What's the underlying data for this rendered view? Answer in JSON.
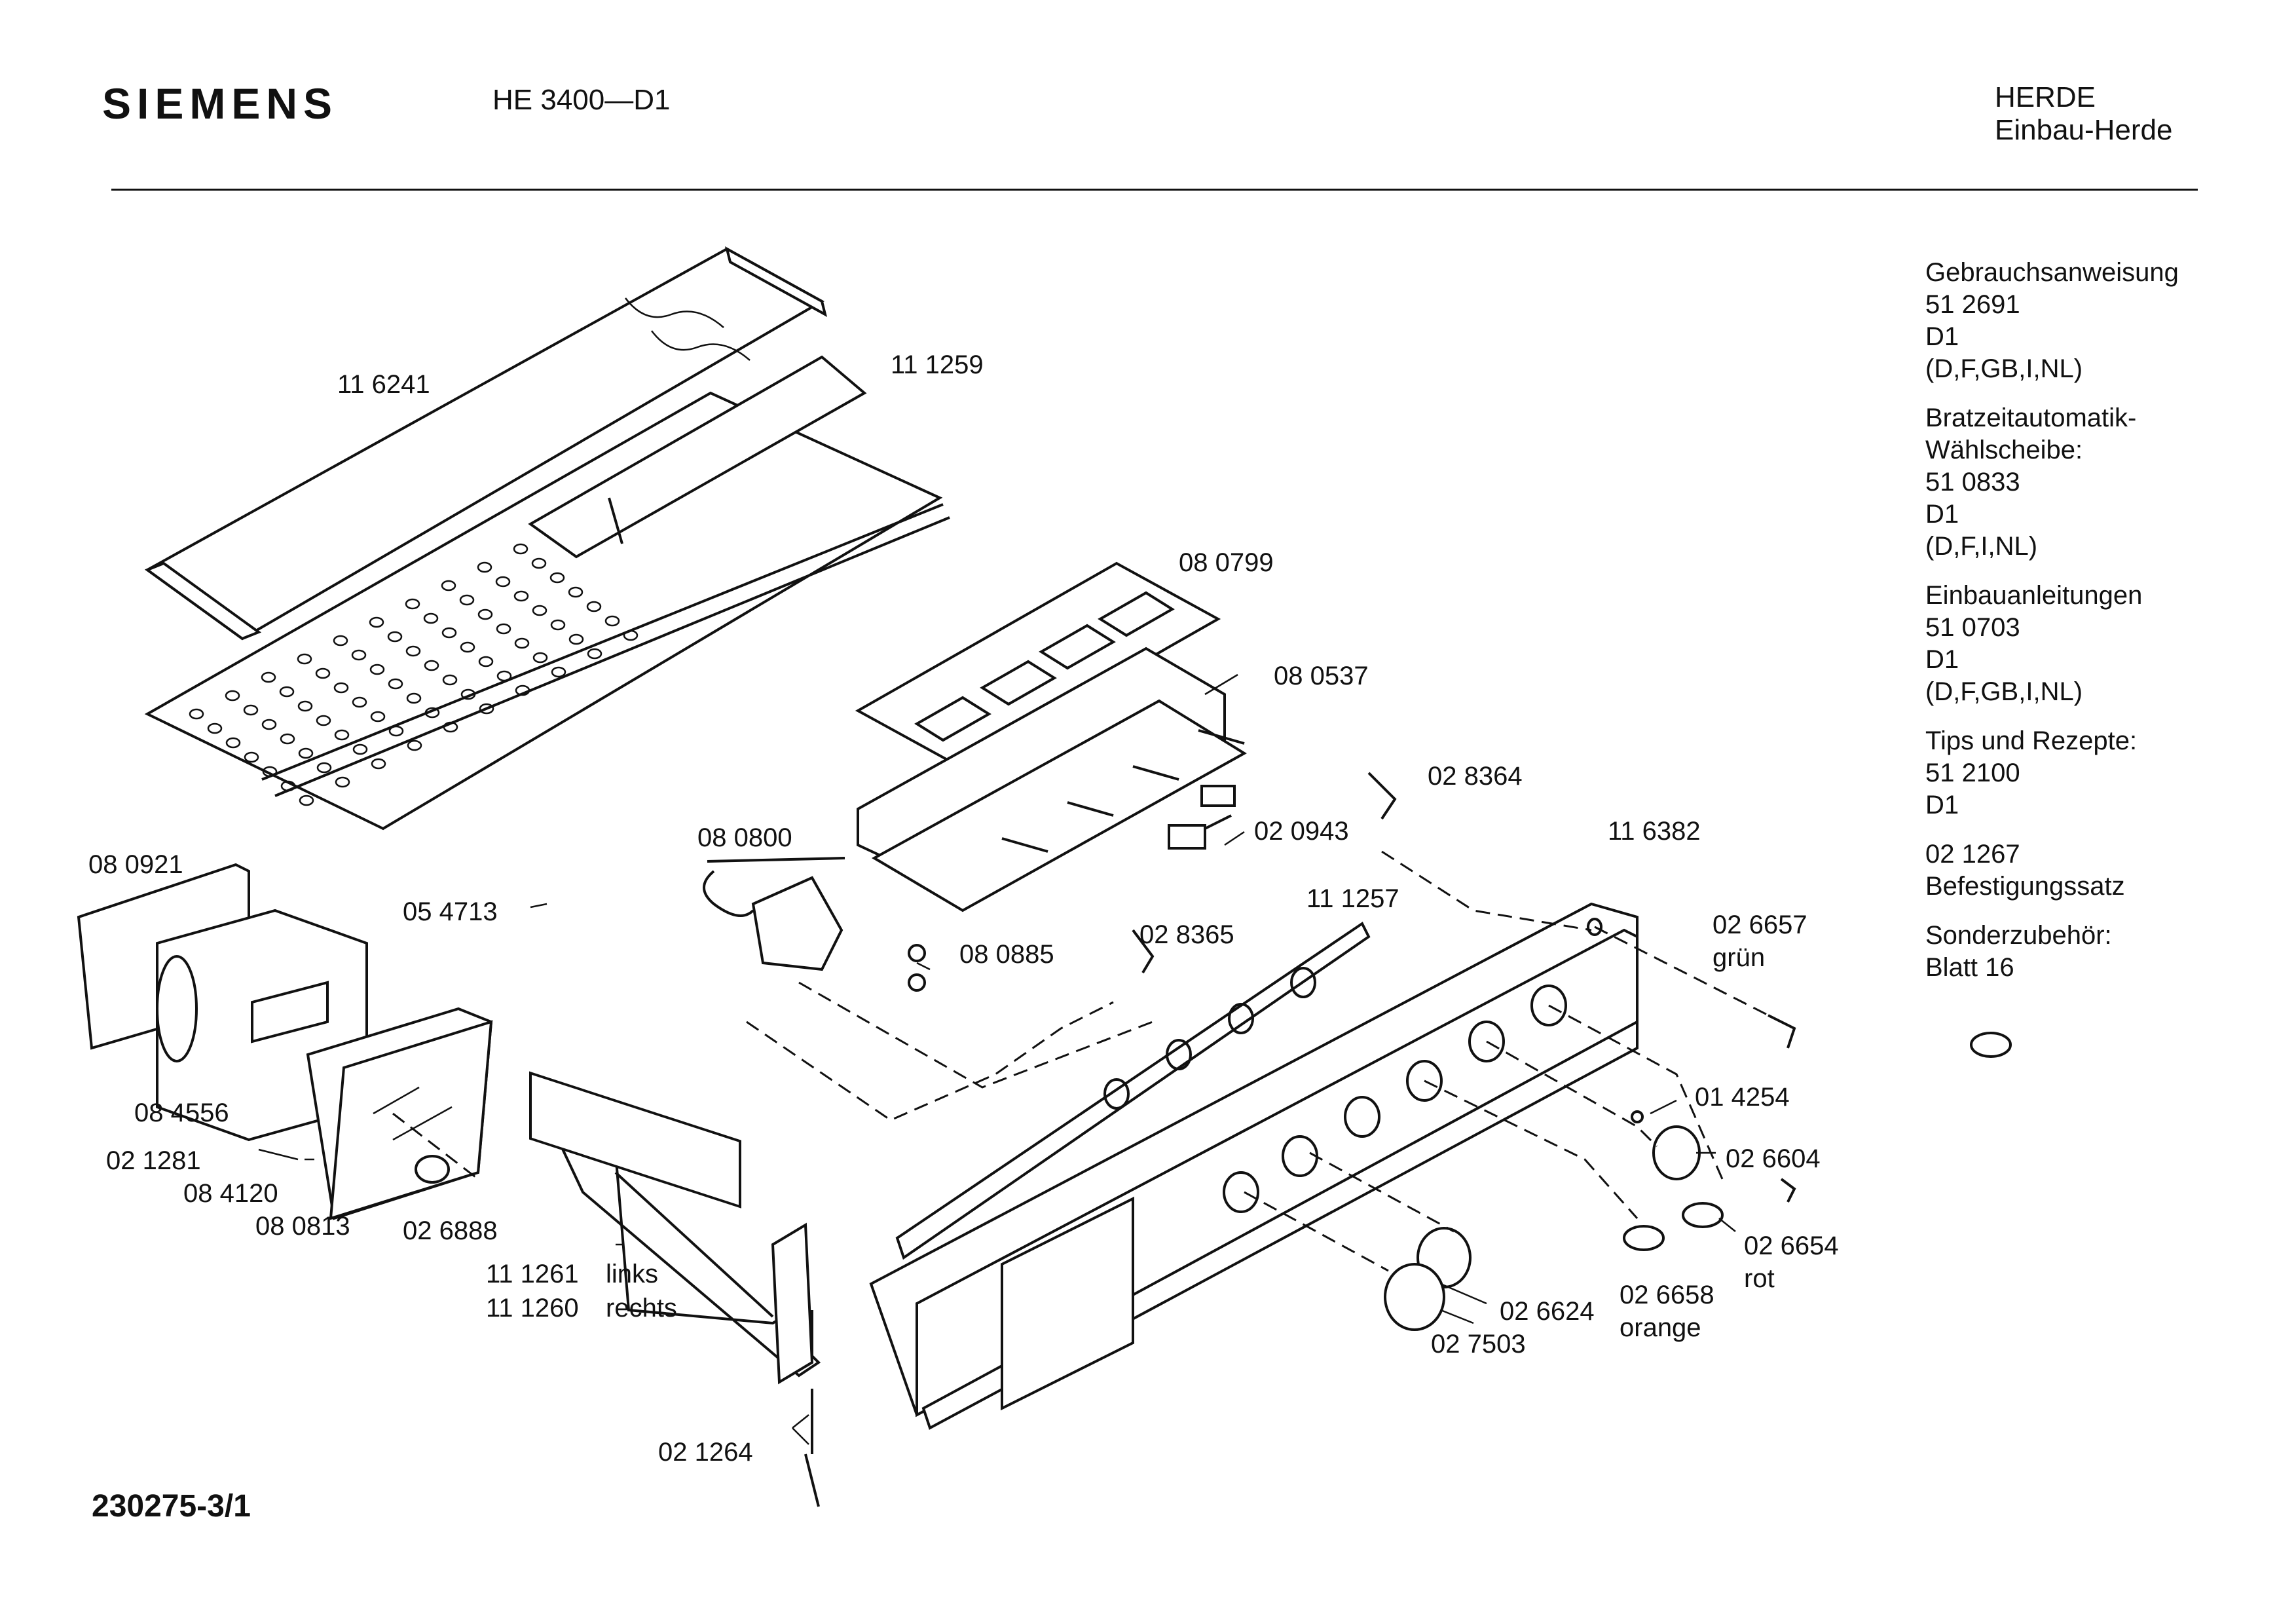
{
  "header": {
    "brand": "SIEMENS",
    "model": "HE 3400—D1",
    "category": "HERDE",
    "subcategory": "Einbau-Herde"
  },
  "footer": {
    "doc_number": "230275-3/1"
  },
  "side_info": [
    {
      "lines": [
        "Gebrauchsanweisung",
        "51 2691",
        "D1",
        "(D,F,GB,I,NL)"
      ]
    },
    {
      "lines": [
        "Bratzeitautomatik-",
        "Wählscheibe:",
        "51 0833",
        "D1",
        "(D,F,I,NL)"
      ]
    },
    {
      "lines": [
        "Einbauanleitungen",
        "51 0703",
        "D1",
        "(D,F,GB,I,NL)"
      ]
    },
    {
      "lines": [
        "Tips und Rezepte:",
        "51 2100",
        "D1"
      ]
    },
    {
      "lines": [
        "02 1267",
        "Befestigungssatz"
      ]
    },
    {
      "lines": [
        "Sonderzubehör:",
        "Blatt 16"
      ]
    }
  ],
  "part_labels": {
    "p116241": "11 6241",
    "p111259": "11 1259",
    "p080799": "08 0799",
    "p080537": "08 0537",
    "p028364": "02 8364",
    "p020943": "02 0943",
    "p080800": "08 0800",
    "p116382": "11 6382",
    "p080921": "08 0921",
    "p054713": "05 4713",
    "p111257": "11 1257",
    "p080885": "08 0885",
    "p028365": "02 8365",
    "p026657": "02 6657",
    "p026657_color": "grün",
    "p084556": "08 4556",
    "p014254": "01 4254",
    "p021281": "02 1281",
    "p026604": "02 6604",
    "p084120": "08 4120",
    "p080813": "08 0813",
    "p026888": "02 6888",
    "p026654": "02 6654",
    "p026654_color": "rot",
    "p111261": "11 1261",
    "p111261_side": "links",
    "p111260": "11 1260",
    "p111260_side": "rechts",
    "p026658": "02 6658",
    "p026658_color": "orange",
    "p026624": "02 6624",
    "p027503": "02 7503",
    "p021264": "02 1264"
  }
}
